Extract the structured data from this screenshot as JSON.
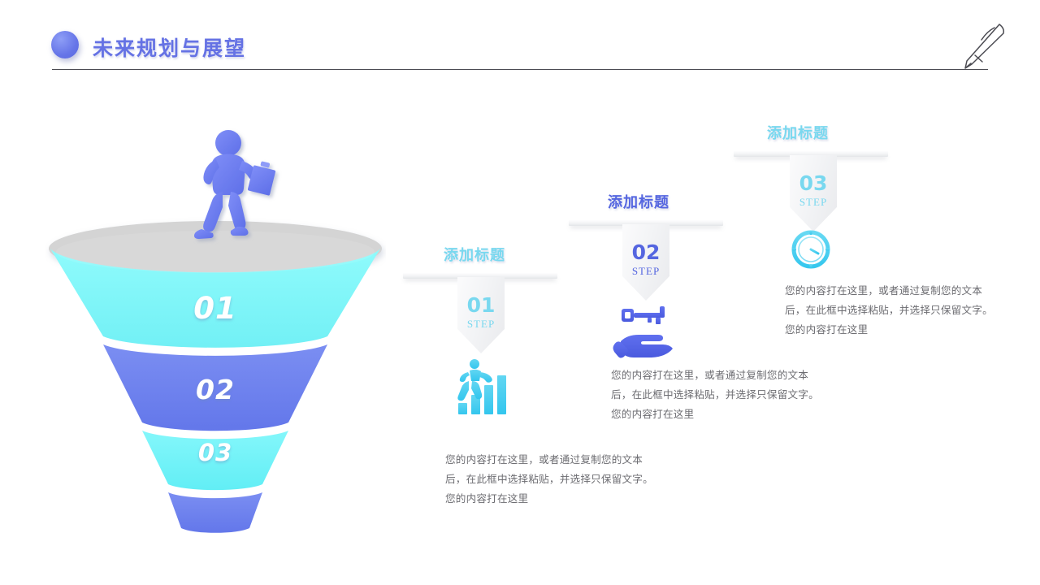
{
  "header": {
    "title": "未来规划与展望",
    "bullet_icon": "circle-bullet-icon",
    "pen_icon": "pen-icon",
    "accent_color": "#6572e4",
    "rule_color": "#4b4b52"
  },
  "funnel": {
    "name": "conversion-funnel",
    "walker_icon": "walking-businessman-icon",
    "rim_color": "#d4d4d4",
    "bands": [
      {
        "label": "01",
        "color": "#7ef6f8"
      },
      {
        "label": "02",
        "color": "#6d83ef"
      },
      {
        "label": "03",
        "color": "#6ef0f6"
      },
      {
        "label": "",
        "color": "#6d83ef"
      }
    ]
  },
  "steps": [
    {
      "title": "添加标题",
      "number": "01",
      "step_label": "STEP",
      "icon": "growth-bars-person-icon",
      "color": "#79d8ef",
      "body": "您的内容打在这里，或者通过复制您的文本后，在此框中选择粘贴，并选择只保留文字。您的内容打在这里"
    },
    {
      "title": "添加标题",
      "number": "02",
      "step_label": "STEP",
      "icon": "hand-holding-key-icon",
      "color": "#5566e0",
      "body": "您的内容打在这里，或者通过复制您的文本后，在此框中选择粘贴，并选择只保留文字。您的内容打在这里"
    },
    {
      "title": "添加标题",
      "number": "03",
      "step_label": "STEP",
      "icon": "clock-icon",
      "color": "#79d8ef",
      "body": "您的内容打在这里，或者通过复制您的文本后，在此框中选择粘贴，并选择只保留文字。您的内容打在这里"
    }
  ]
}
